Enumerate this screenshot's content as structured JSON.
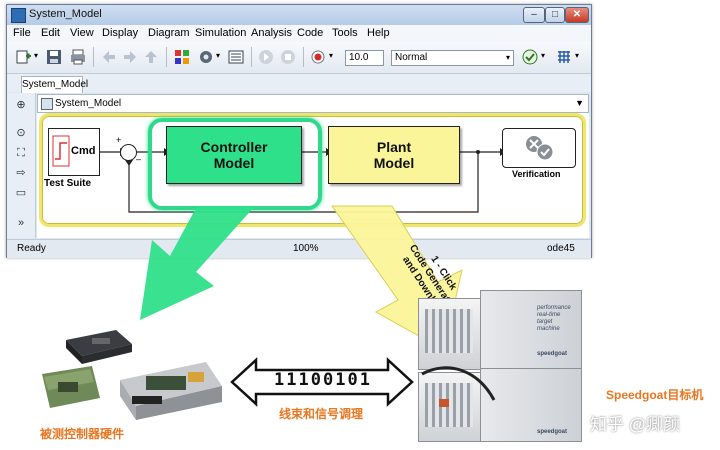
{
  "window": {
    "title": "System_Model",
    "buttons": {
      "minimize": "–",
      "maximize": "□",
      "close": "✕"
    }
  },
  "menu": [
    "File",
    "Edit",
    "View",
    "Display",
    "Diagram",
    "Simulation",
    "Analysis",
    "Code",
    "Tools",
    "Help"
  ],
  "toolbar": {
    "stop_time": "10.0",
    "sim_mode": "Normal"
  },
  "tab": {
    "label": "System_Model"
  },
  "address": {
    "path": "System_Model"
  },
  "model": {
    "test_suite_block": "Cmd",
    "test_suite_label": "Test Suite",
    "controller": [
      "Controller",
      "Model"
    ],
    "plant": [
      "Plant",
      "Model"
    ],
    "verification_label": "Verification",
    "sum_signs": {
      "top": "+",
      "bottom": "–"
    }
  },
  "status": {
    "left": "Ready",
    "zoom": "100%",
    "solver": "ode45"
  },
  "codegen_arrow": [
    "1 - Click",
    "Code Generation",
    "and Download"
  ],
  "binary_signal": "11100101",
  "harness_label": "线束和信号调理",
  "hardware_label": "被测控制器硬件",
  "speedgoat": {
    "brand": "Speedgoat",
    "suffix": "目标机",
    "rack_text": [
      "performance",
      "real-time",
      "target",
      "machine"
    ],
    "logo": "speedgoat"
  },
  "watermark": "知乎 @卿颜",
  "colors": {
    "controller_fill": "#2fe08a",
    "plant_fill": "#fbf59a",
    "highlight_green": "#2ed98c",
    "yellow_arrow": "#fbf59a",
    "green_arrow": "#2fe08a",
    "orange_text": "#e87722"
  }
}
